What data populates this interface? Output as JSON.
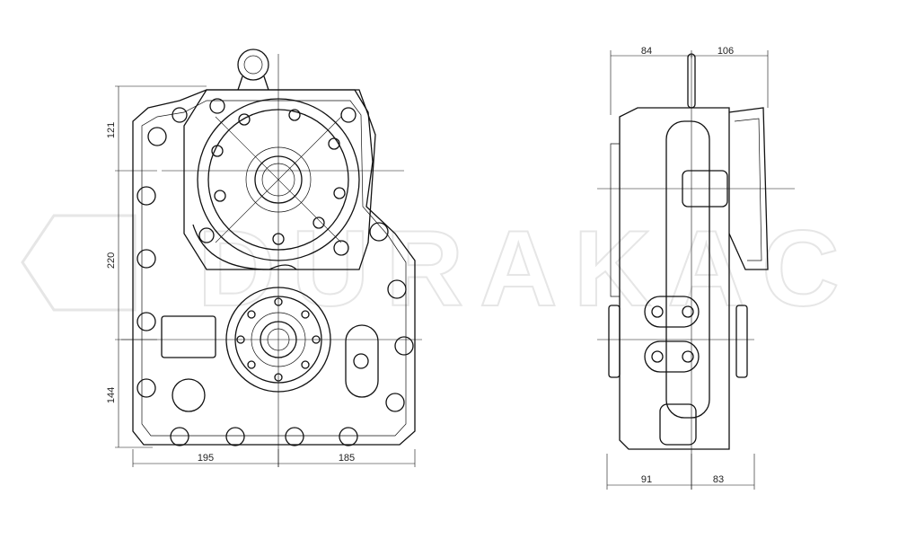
{
  "watermark": "DURAKAC",
  "front_view": {
    "dimensions_vertical": [
      "121",
      "220",
      "144"
    ],
    "dimensions_horizontal": [
      "195",
      "185"
    ]
  },
  "side_view": {
    "dimensions_top": [
      "84",
      "106"
    ],
    "dimensions_bottom": [
      "91",
      "83"
    ]
  },
  "colors": {
    "line": "#111111",
    "watermark": "#e6e6e6"
  }
}
